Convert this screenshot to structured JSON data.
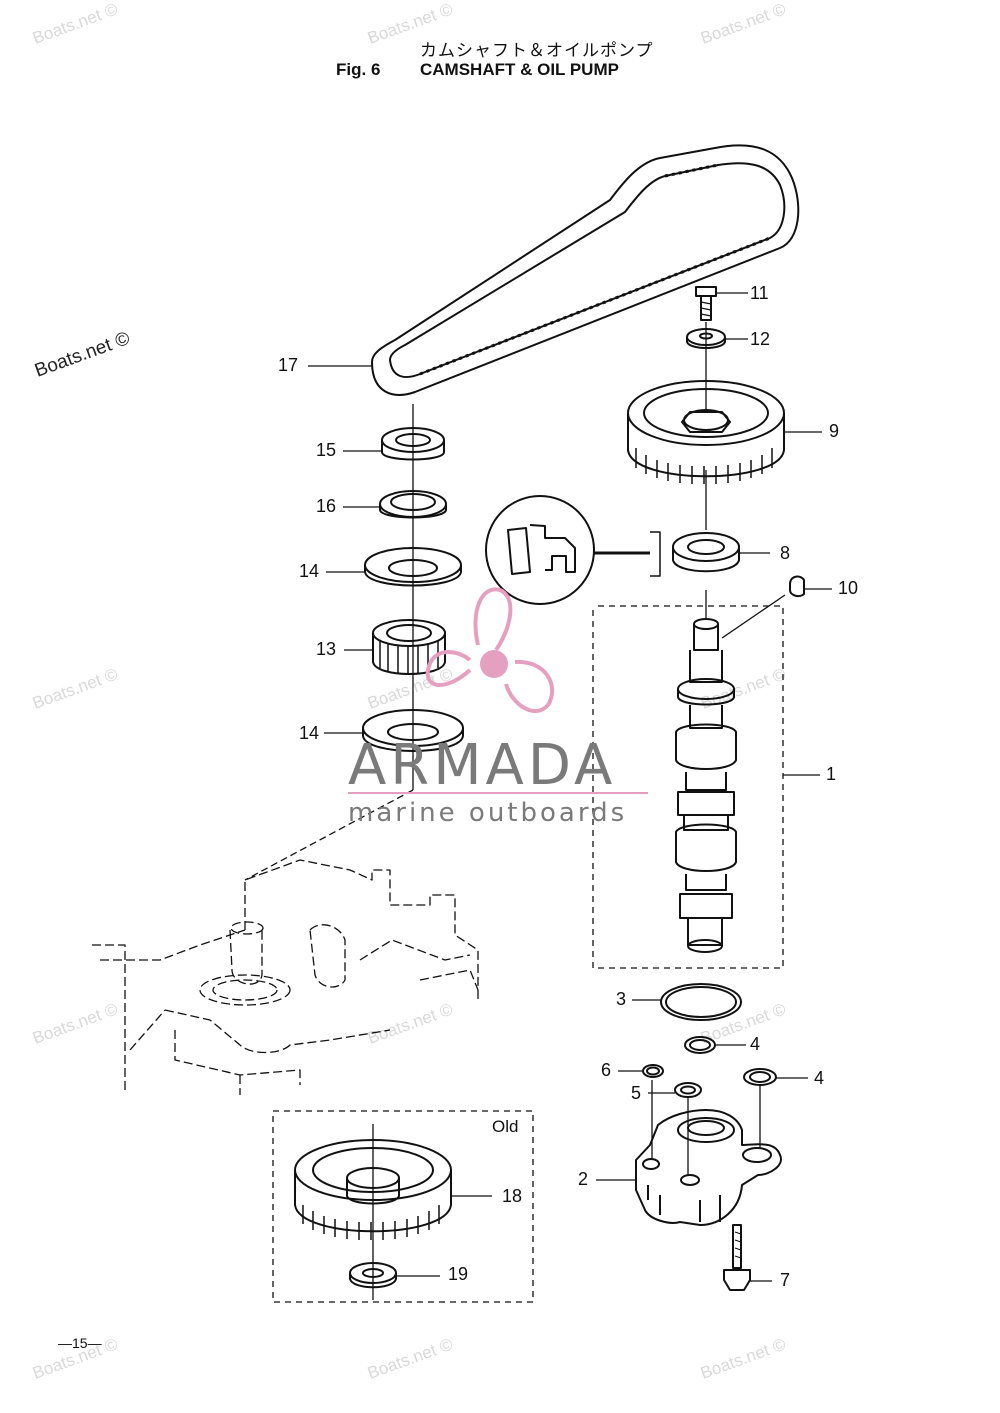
{
  "header": {
    "title_jp": "カムシャフト＆オイルポンプ",
    "fig_no": "Fig. 6",
    "title_en": "CAMSHAFT & OIL PUMP"
  },
  "watermark": {
    "text": "Boats.net ©",
    "color": "#d9d9d9"
  },
  "logo": {
    "name": "ARMADA",
    "tagline": "marine outboards",
    "accent_color": "#e6a0bf",
    "text_color": "#7a7a7a"
  },
  "diagram": {
    "old_box_label": "Old",
    "page_number": "—15—",
    "part_labels": [
      "17",
      "15",
      "16",
      "14",
      "13",
      "14",
      "11",
      "12",
      "9",
      "8",
      "10",
      "1",
      "3",
      "4",
      "6",
      "5",
      "4",
      "2",
      "7",
      "18",
      "19"
    ]
  }
}
